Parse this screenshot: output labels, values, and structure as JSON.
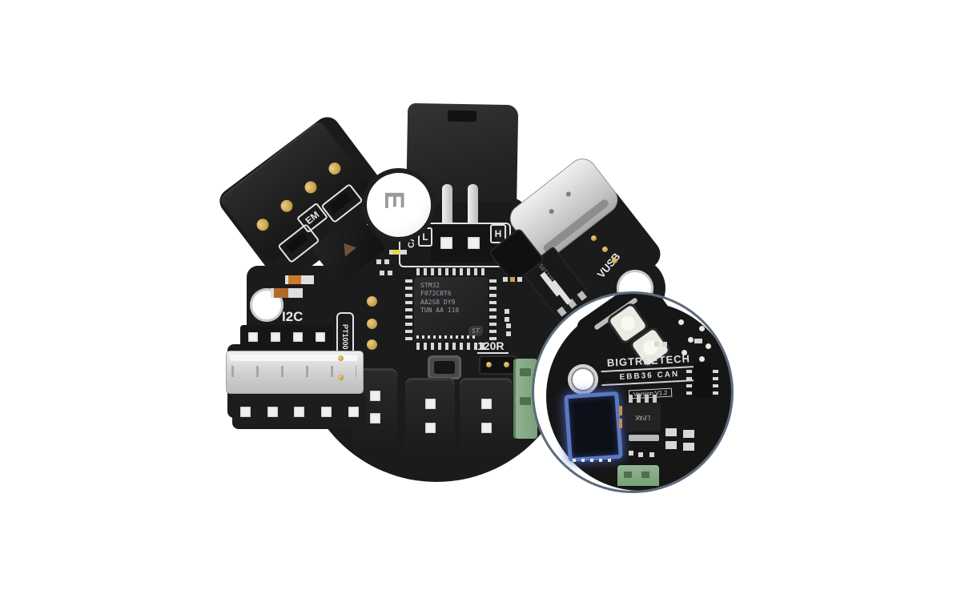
{
  "colors": {
    "background": "#ffffff",
    "pcb_black": "#1b1b1b",
    "silkscreen": "#e8e8e8",
    "gold_pad": "#c9a24d",
    "usb_silver": "#d6d6d6",
    "terminal_green": "#82a682",
    "oled_blue_glow": "#6b86cf",
    "inset_ring": "#5c6b7d"
  },
  "board": {
    "silk": {
      "em": "EM",
      "can": "CAN",
      "can_l": "L",
      "can_h": "H",
      "plus": "+",
      "cap_mark": "E",
      "i2c": "I2C",
      "pt1000": "PT1000",
      "r120": "120R",
      "vusb": "VUSB"
    },
    "mcu": {
      "line1": "STM32",
      "line2": "F072CBT6",
      "line3": "AA2S8 DY9",
      "line4": "TUN AA 110",
      "logo": "ST"
    },
    "regulator_marking": "S0T228"
  },
  "inset": {
    "brand": "BIGTREETECH",
    "model": "EBB36 CAN",
    "version": "Version:V1.2",
    "chip_marking": "LPAK"
  }
}
